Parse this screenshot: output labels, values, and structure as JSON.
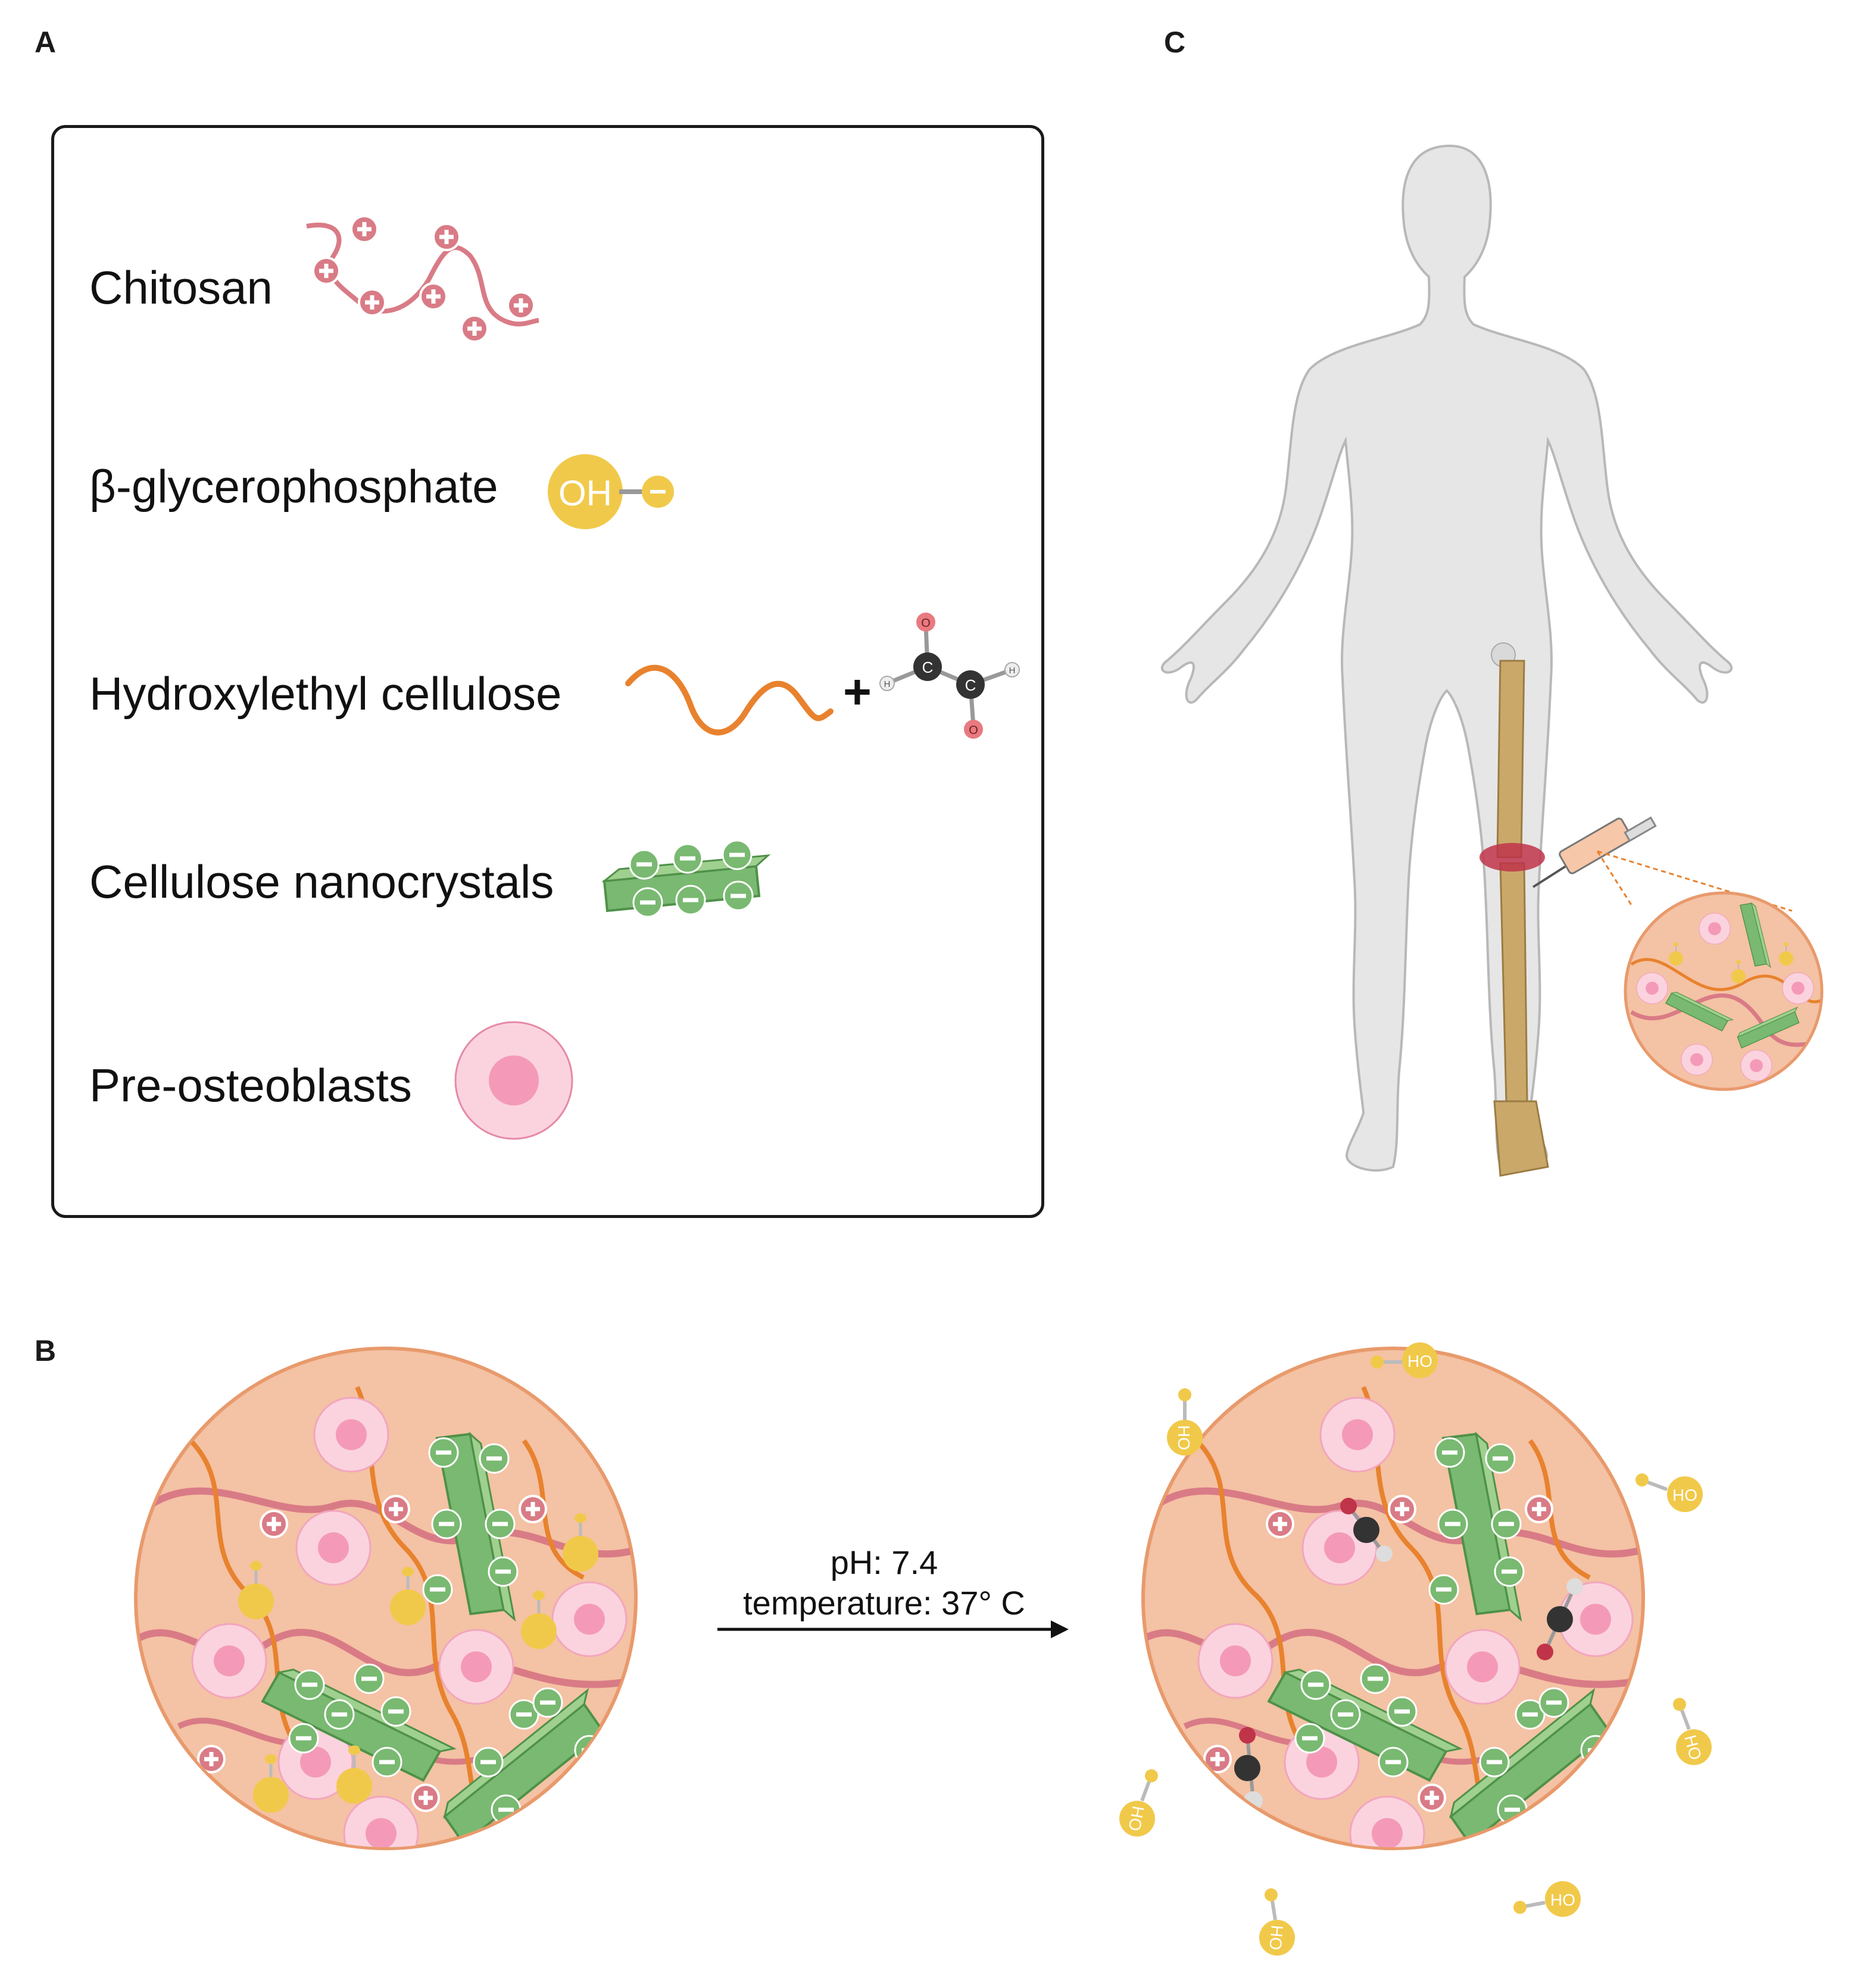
{
  "panels": {
    "a": "A",
    "b": "B",
    "c": "C"
  },
  "legend": {
    "items": [
      {
        "label": "Chitosan",
        "icon": "chitosan-chain-icon"
      },
      {
        "label": "β-glycerophosphate",
        "icon": "glycerophosphate-icon"
      },
      {
        "label": "Hydroxylethyl cellulose",
        "icon": "cellulose-chain-icon"
      },
      {
        "label": "Cellulose nanocrystals",
        "icon": "nanocrystal-icon"
      },
      {
        "label": "Pre-osteoblasts",
        "icon": "cell-icon"
      }
    ],
    "glycerophosphate_icon_text": "OH",
    "plus_sign": "+",
    "molecule_atoms": {
      "carbon": "C",
      "oxygen": "O",
      "hydrogen": "H"
    }
  },
  "conditions": {
    "ph": "pH: 7.4",
    "temperature": "temperature: 37° C"
  },
  "free_molecule_label": "HO",
  "colors": {
    "gel_fill": "#f4c2a4",
    "gel_border": "#e89a6c",
    "chitosan": "#d97b86",
    "hec": "#e8822e",
    "nanocrystal": "#79b971",
    "nanocrystal_dark": "#4f9148",
    "cell_outer": "#fbd3df",
    "cell_inner": "#f49ab8",
    "phosphate": "#f1c94a",
    "bone": "#c9a86a",
    "body": "#e6e6e6"
  }
}
